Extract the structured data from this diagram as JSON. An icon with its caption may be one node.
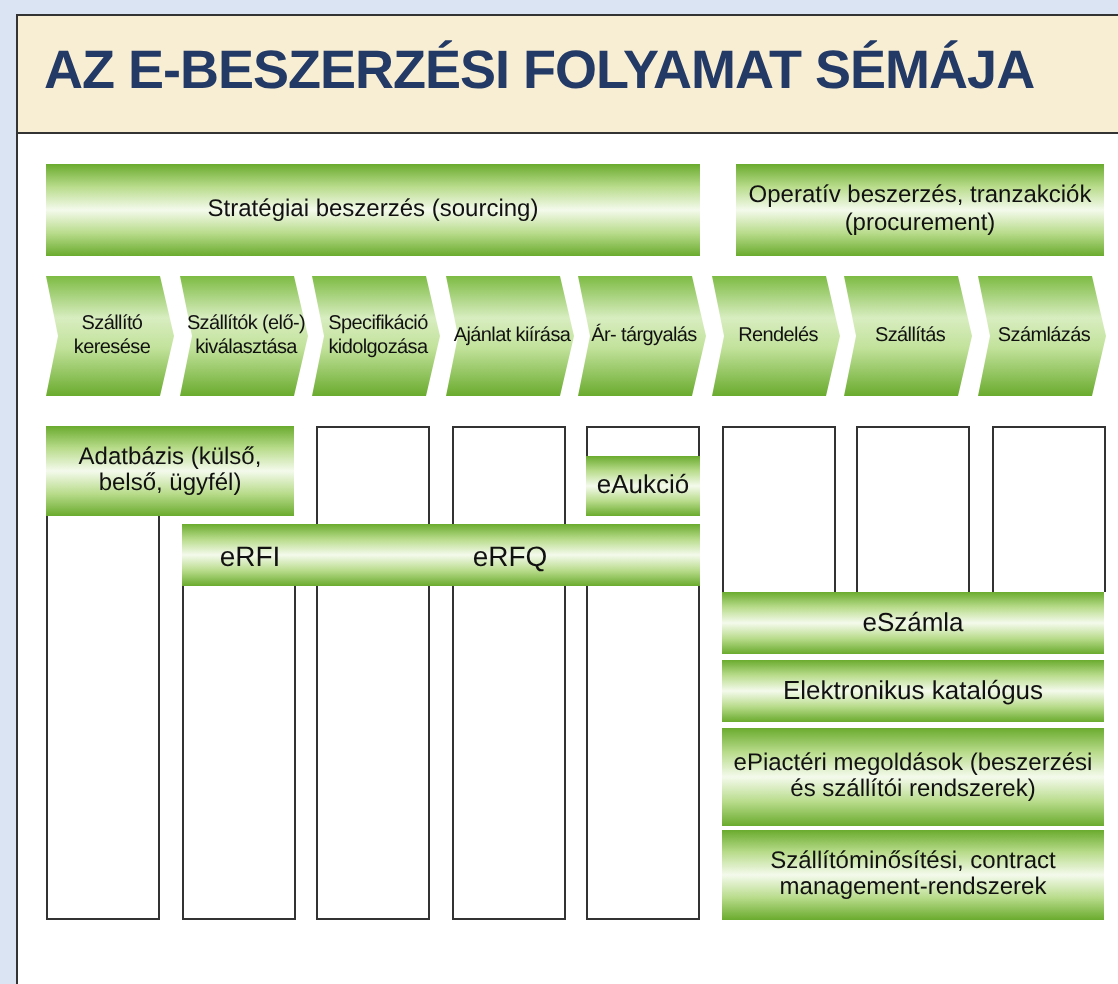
{
  "diagram": {
    "title": "AZ E-BESZERZÉSI FOLYAMAT SÉMÁJA",
    "nodes": [
      {
        "text": [
          "Stratégiai beszerzés (sourcing)"
        ]
      },
      {
        "text": [
          "Operatív beszerzés, tranzakciók (procurement)"
        ]
      },
      {
        "text": [
          "Szállító keresése"
        ]
      },
      {
        "text": [
          "Szállítók (elő-) kiválasztása"
        ]
      },
      {
        "text": [
          "Specifikáció kidolgozása"
        ]
      },
      {
        "text": [
          "Ajánlat kiírása"
        ]
      },
      {
        "text": [
          "Ár- tárgyalás"
        ]
      },
      {
        "text": [
          "Rendelés"
        ]
      },
      {
        "text": [
          "Szállítás"
        ]
      },
      {
        "text": [
          "Számlázás"
        ]
      },
      {
        "text": [],
        "shape": "box"
      },
      {
        "text": [],
        "shape": "box"
      },
      {
        "text": [],
        "shape": "box"
      },
      {
        "text": [],
        "shape": "box"
      },
      {
        "text": [],
        "shape": "box"
      },
      {
        "text": [],
        "shape": "box"
      },
      {
        "text": [],
        "shape": "box"
      },
      {
        "text": [],
        "shape": "box"
      },
      {
        "text": [
          "Adatbázis (külső, belső, ügyfél)"
        ]
      },
      {
        "text": [
          "eAukció"
        ]
      },
      {
        "text": [
          "eRFI",
          "eRFQ"
        ]
      },
      {
        "text": [
          "eSzámla"
        ]
      },
      {
        "text": [
          "Elektronikus katalógus"
        ]
      },
      {
        "text": [
          "ePiactéri megoldások (beszerzési és szállítói rendszerek)"
        ]
      },
      {
        "text": [
          "Szállítóminősítési, contract management-rendszerek"
        ]
      }
    ]
  }
}
